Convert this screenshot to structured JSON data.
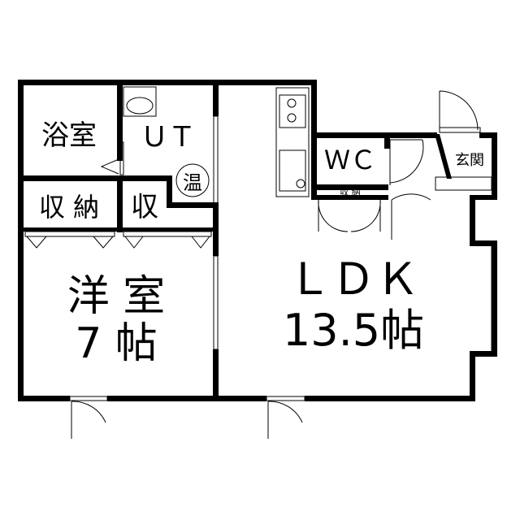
{
  "rooms": {
    "bath": "浴室",
    "utility": "ＵＴ",
    "water_heater": "温",
    "storage_left": "収 納",
    "storage_small": "収",
    "western_room": "洋 室",
    "western_size": "7 帖",
    "ldk": "ＬＤＫ",
    "ldk_size": "13.5帖",
    "wc": "ＷＣ",
    "entrance": "玄関",
    "storage_wc": "収 納"
  }
}
